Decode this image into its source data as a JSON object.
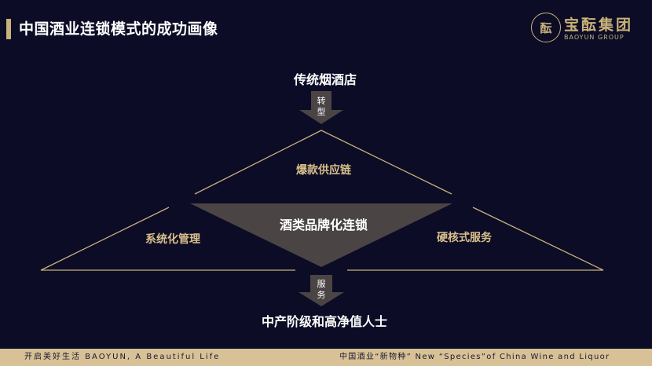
{
  "header": {
    "title": "中国酒业连锁模式的成功画像"
  },
  "logo": {
    "mark": "酝",
    "name": "宝酝集团",
    "sub": "BAOYUN GROUP"
  },
  "diagram": {
    "top_label": "传统烟酒店",
    "top_arrow": [
      "转",
      "型"
    ],
    "upper_label": "爆款供应链",
    "center_label": "酒类品牌化连锁",
    "left_label": "系统化管理",
    "right_label": "硬核式服务",
    "bottom_arrow": [
      "服",
      "务"
    ],
    "bottom_label": "中产阶级和高净值人士"
  },
  "footer": {
    "left": "开启美好生活  BAOYUN, A Beautiful Life",
    "right": "中国酒业“新物种”  New “Species”of China Wine and Liquor"
  },
  "colors": {
    "background": "#0c0c26",
    "gold": "#c9b27a",
    "arrow": "#4a4444",
    "footer": "#d8c196"
  }
}
